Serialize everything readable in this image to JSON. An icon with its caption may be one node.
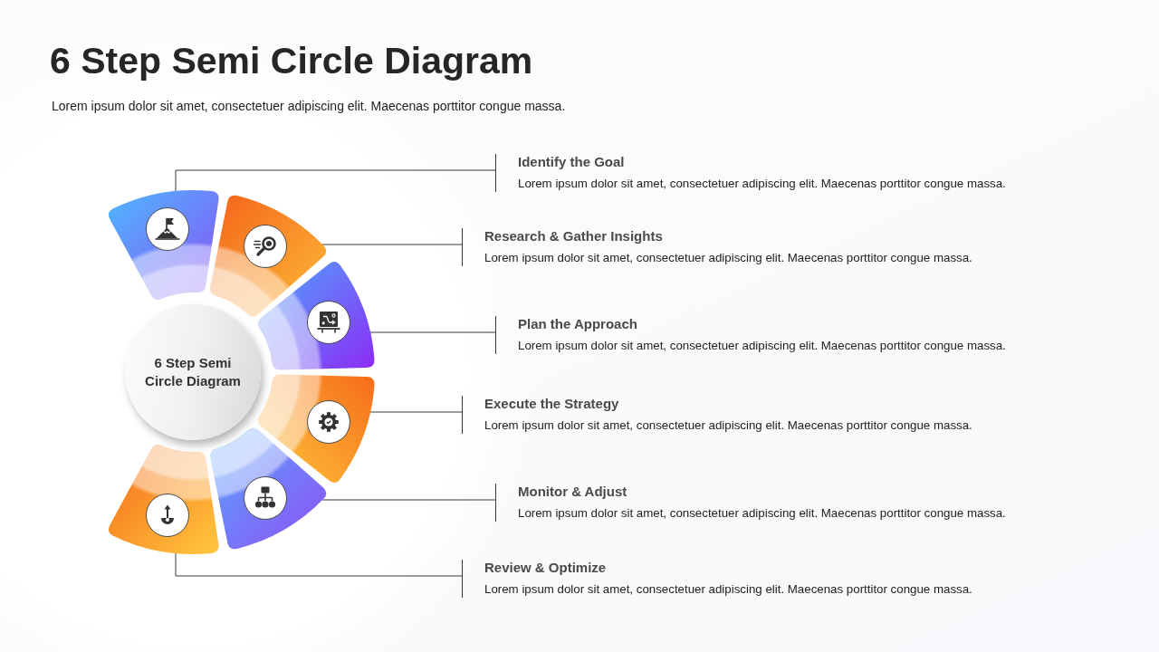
{
  "diagram": {
    "title": "6 Step Semi Circle Diagram",
    "nodes": [
      {
        "text": [
          "6 Step Semi Circle Diagram"
        ]
      },
      {
        "text": [],
        "shape": "sector"
      },
      {
        "text": [],
        "shape": "sector"
      },
      {
        "text": [],
        "shape": "sector"
      },
      {
        "text": [],
        "shape": "sector"
      },
      {
        "text": [],
        "shape": "sector"
      },
      {
        "text": [],
        "shape": "sector"
      },
      {
        "text": [
          "Identify the Goal",
          "Lorem ipsum dolor sit amet, consectetuer adipiscing elit. Maecenas porttitor congue massa."
        ]
      },
      {
        "text": [
          "Research & Gather Insights",
          "Lorem ipsum dolor sit amet, consectetuer adipiscing elit. Maecenas porttitor congue massa."
        ]
      },
      {
        "text": [
          "Plan the Approach",
          "Lorem ipsum dolor sit amet, consectetuer adipiscing elit. Maecenas porttitor congue massa."
        ]
      },
      {
        "text": [
          "Execute the Strategy",
          "Lorem ipsum dolor sit amet, consectetuer adipiscing elit. Maecenas porttitor congue massa."
        ]
      },
      {
        "text": [
          "Monitor & Adjust",
          "Lorem ipsum dolor sit amet, consectetuer adipiscing elit. Maecenas porttitor congue massa."
        ]
      },
      {
        "text": [
          "Review & Optimize",
          "Lorem ipsum dolor sit amet, consectetuer adipiscing elit. Maecenas porttitor congue massa."
        ]
      }
    ],
    "edges": [
      {
        "from": 7,
        "to": 1,
        "arrow": "none"
      },
      {
        "from": 8,
        "to": 2,
        "arrow": "none"
      },
      {
        "from": 9,
        "to": 3,
        "arrow": "none"
      },
      {
        "from": 10,
        "to": 4,
        "arrow": "none"
      },
      {
        "from": 11,
        "to": 5,
        "arrow": "none"
      },
      {
        "from": 12,
        "to": 6,
        "arrow": "none"
      }
    ],
    "labels": [
      "Lorem ipsum dolor sit amet, consectetuer adipiscing elit. Maecenas porttitor congue massa."
    ]
  }
}
